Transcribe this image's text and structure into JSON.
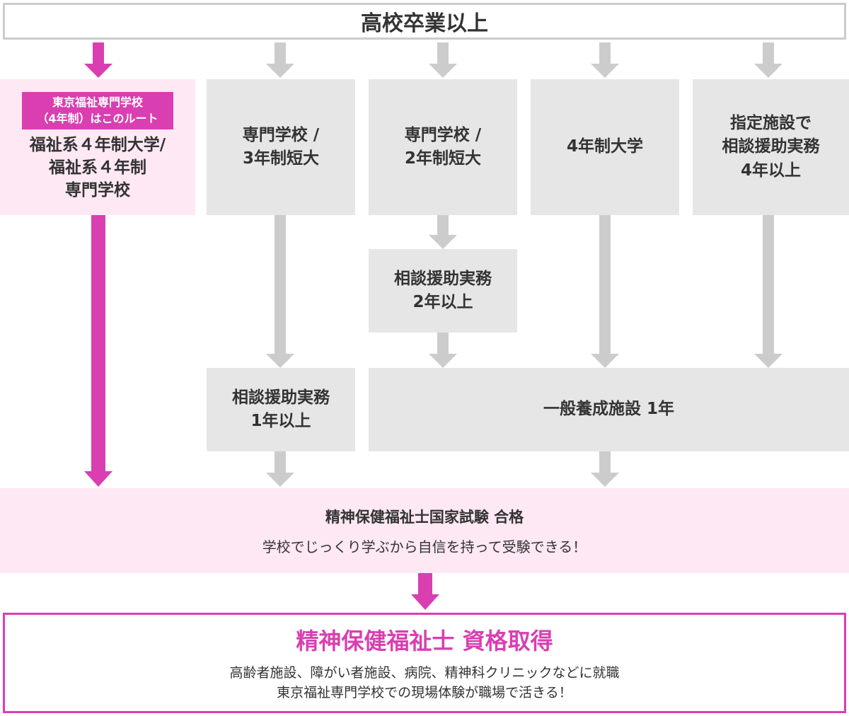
{
  "top": {
    "label": "高校卒業以上"
  },
  "routes": {
    "welfare_school": {
      "badge_line1": "東京福祉専門学校",
      "badge_line2": "（4年制）はこのルート",
      "line1": "福祉系４年制大学/",
      "line2": "福祉系４年制",
      "line3": "専門学校"
    },
    "col1": {
      "line1": "専門学校 /",
      "line2": "3年制短大"
    },
    "col2": {
      "line1": "専門学校 /",
      "line2": "2年制短大"
    },
    "col3": {
      "line1": "4年制大学"
    },
    "col4": {
      "line1": "指定施設で",
      "line2": "相談援助実務",
      "line3": "4年以上"
    }
  },
  "middle": {
    "col2_practice": {
      "line1": "相談援助実務",
      "line2": "2年以上"
    },
    "col1_practice": {
      "line1": "相談援助実務",
      "line2": "1年以上"
    },
    "training": {
      "label": "一般養成施設 1年"
    }
  },
  "exam": {
    "title": "精神保健福祉士国家試験 合格",
    "subtitle": "学校でじっくり学ぶから自信を持って受験できる！"
  },
  "final": {
    "title": "精神保健福祉士 資格取得",
    "line1": "高齢者施設、障がい者施設、病院、精神科クリニックなどに就職",
    "line2": "東京福祉専門学校での現場体験が職場で活きる！"
  },
  "colors": {
    "accent": "#d93fb0",
    "pink_bg": "#fde8f3",
    "gray_box": "#e6e6e6",
    "gray_arrow": "#cccccc"
  }
}
